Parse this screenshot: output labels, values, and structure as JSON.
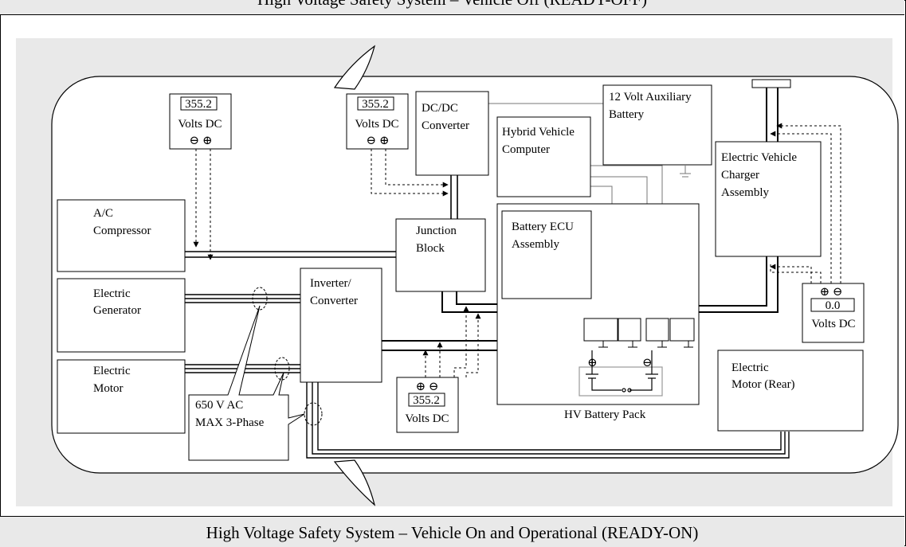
{
  "header_title": "High Voltage Safety System – Vehicle Off (READY-OFF)",
  "caption": "High Voltage Safety System – Vehicle On and Operational (READY-ON)",
  "meters": {
    "ac_compressor": {
      "value": "355.2",
      "unit": "Volts DC",
      "polarity": "⊖ ⊕"
    },
    "dcdc": {
      "value": "355.2",
      "unit": "Volts DC",
      "polarity": "⊖ ⊕"
    },
    "inverter": {
      "value": "355.2",
      "unit": "Volts DC",
      "polarity": "⊕ ⊖"
    },
    "charger": {
      "value": "0.0",
      "unit": "Volts DC",
      "polarity": "⊕ ⊖"
    }
  },
  "components": {
    "dcdc_line1": "DC/DC",
    "dcdc_line2": "Converter",
    "aux_line1": "12 Volt Auxiliary",
    "aux_line2": "Battery",
    "hvc_line1": "Hybrid Vehicle",
    "hvc_line2": "Computer",
    "evc_line1": "Electric Vehicle",
    "evc_line2": "Charger",
    "evc_line3": "Assembly",
    "ac_line1": "A/C",
    "ac_line2": "Compressor",
    "jb_line1": "Junction",
    "jb_line2": "Block",
    "ecu_line1": "Battery ECU",
    "ecu_line2": "Assembly",
    "gen_line1": "Electric",
    "gen_line2": "Generator",
    "inv_line1": "Inverter/",
    "inv_line2": "Converter",
    "motor_line1": "Electric",
    "motor_line2": "Motor",
    "rear_line1": "Electric",
    "rear_line2": "Motor (Rear)",
    "hv_pack": "HV Battery Pack",
    "callout_line1": "650 V AC",
    "callout_line2": "MAX 3-Phase"
  }
}
